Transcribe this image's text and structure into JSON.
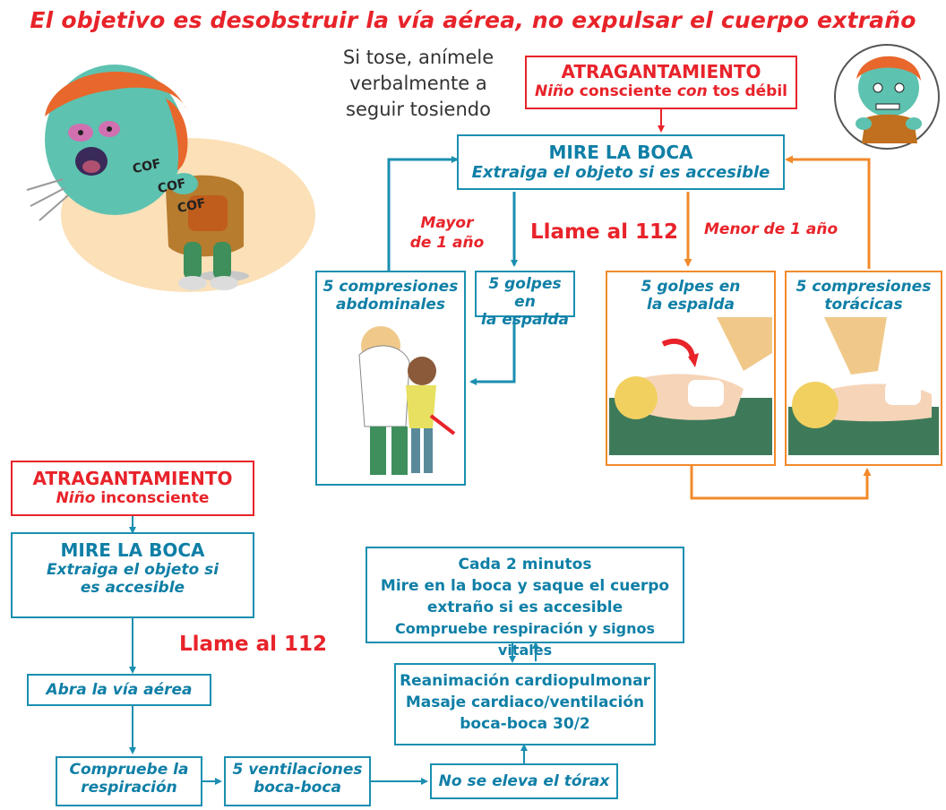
{
  "header": {
    "title": "El objetivo es desobstruir la vía aérea, no expulsar el cuerpo extraño"
  },
  "cough_note": {
    "line1": "Si tose, anímele",
    "line2": "verbalmente a",
    "line3": "seguir tosiendo",
    "cof_label": "COF"
  },
  "conscious": {
    "header_title": "ATRAGANTAMIENTO",
    "header_sub_a": "Niño ",
    "header_sub_b": "consciente",
    "header_sub_c": " con ",
    "header_sub_d": "tos débil",
    "mire_title": "MIRE LA BOCA",
    "mire_sub": "Extraiga el objeto si es accesible",
    "mayor_line1": "Mayor",
    "mayor_line2": "de 1 año",
    "llame": "Llame al 112",
    "menor": "Menor de 1 año",
    "comp_abd_l1": "5 compresiones",
    "comp_abd_l2": "abdominales",
    "golpes_l1": "5 golpes en",
    "golpes_l2": "la espalda",
    "golpes_inf_l1": "5 golpes en",
    "golpes_inf_l2": "la espalda",
    "comp_tor_l1": "5 compresiones",
    "comp_tor_l2": "torácicas"
  },
  "unconscious": {
    "header_title": "ATRAGANTAMIENTO",
    "header_sub_a": "Niño ",
    "header_sub_b": "inconsciente",
    "mire_title": "MIRE LA BOCA",
    "mire_l2": "Extraiga el objeto si",
    "mire_l3": "es accesible",
    "llame": "Llame al 112",
    "abra": "Abra la vía aérea",
    "compruebe_l1": "Compruebe la",
    "compruebe_l2": "respiración",
    "vent_l1": "5 ventilaciones",
    "vent_l2": "boca-boca",
    "no_eleva": "No se eleva el tórax",
    "rcp_l1": "Reanimación cardiopulmonar",
    "rcp_l2": "Masaje cardiaco/ventilación",
    "rcp_l3": "boca-boca 30/2",
    "cada_l1": "Cada 2 minutos",
    "cada_l2": "Mire en la boca y saque el cuerpo",
    "cada_l3": "extraño si es accesible",
    "cada_l4": "Compruebe respiración y signos vitales"
  },
  "colors": {
    "red": "#e8232a",
    "blue": "#1a8fb0",
    "orange": "#f28a2b"
  }
}
